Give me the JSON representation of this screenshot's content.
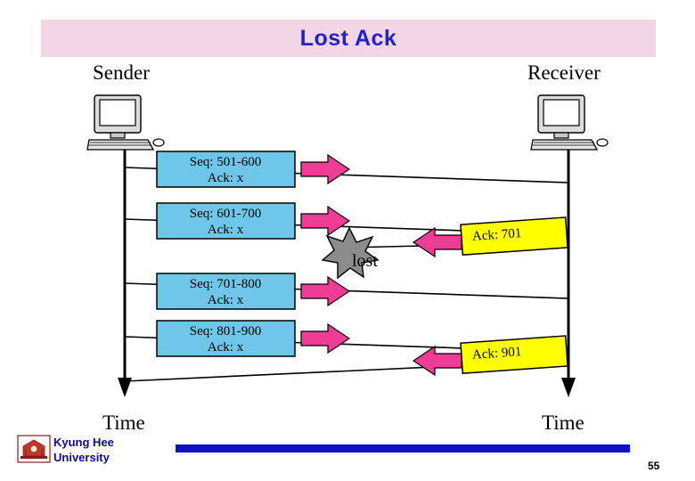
{
  "slide": {
    "title": "Lost Ack",
    "page_number": "55",
    "title_color": "#2222cc",
    "title_bg": "#f2d6e6",
    "rule_color": "#1010c8"
  },
  "diagram": {
    "sender_label": "Sender",
    "receiver_label": "Receiver",
    "time_label_left": "Time",
    "time_label_right": "Time",
    "lost_label": "lost",
    "seq_box_color": "#6ec6e8",
    "ack_box_color": "#ffff00",
    "arrow_color": "#ef3d96",
    "star_color": "#8c8c8c",
    "segments": [
      {
        "seq": "Seq: 501-600",
        "ack": "Ack: x"
      },
      {
        "seq": "Seq: 601-700",
        "ack": "Ack: x"
      },
      {
        "seq": "Seq: 701-800",
        "ack": "Ack: x"
      },
      {
        "seq": "Seq: 801-900",
        "ack": "Ack: x"
      }
    ],
    "acks": [
      {
        "label": "Ack: 701"
      },
      {
        "label": "Ack: 901"
      }
    ]
  },
  "footer": {
    "university_line1": "Kyung Hee",
    "university_line2": "University"
  }
}
